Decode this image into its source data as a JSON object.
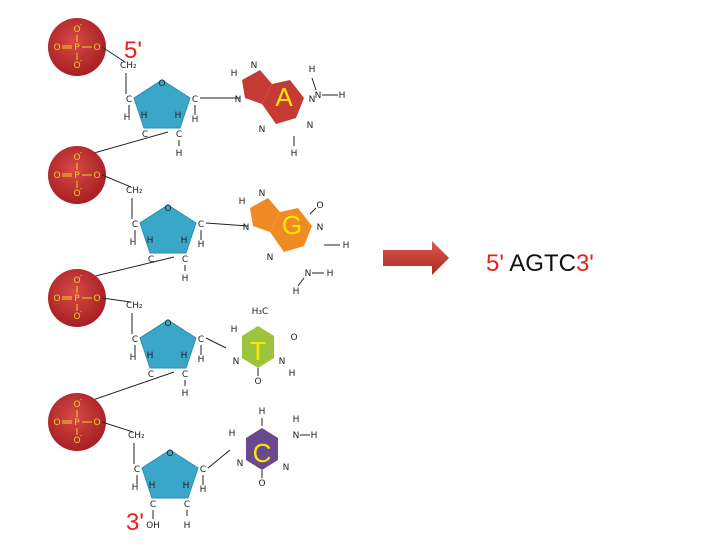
{
  "labels": {
    "five_prime": "5'",
    "three_prime": "3'",
    "seq_start": "5'",
    "seq_bases": "AGTC",
    "seq_end": "3'",
    "ch2": "CH₂",
    "oh": "OH",
    "h3c": "H₃C"
  },
  "atoms": {
    "O": "O",
    "P": "P",
    "C": "C",
    "H": "H",
    "N": "N",
    "minus": "-"
  },
  "nucleotides": [
    {
      "base": "A",
      "color": "#c53a32"
    },
    {
      "base": "G",
      "color": "#f08a24"
    },
    {
      "base": "T",
      "color": "#9bc53d"
    },
    {
      "base": "C",
      "color": "#6a4a8c"
    }
  ],
  "colors": {
    "phosphate": "#c0272d",
    "sugar": "#3aa6c8",
    "arrow": "#c0392b",
    "end_label": "#e8201c"
  }
}
